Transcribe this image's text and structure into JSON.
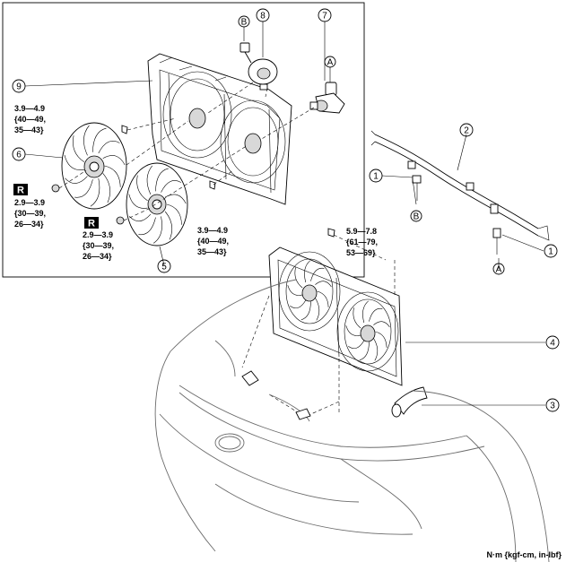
{
  "callouts": {
    "c1a": "1",
    "c1b": "1",
    "c2": "2",
    "c3": "3",
    "c4": "4",
    "c5": "5",
    "c6": "6",
    "c7": "7",
    "c8": "8",
    "c9": "9"
  },
  "refs": {
    "a_top": "A",
    "a_bottom": "A",
    "b_top": "B",
    "b_bottom": "B"
  },
  "torque": {
    "upper_left": [
      "3.9—4.9",
      "{40—49,",
      "35—43}"
    ],
    "fan6_nut": [
      "2.9—3.9",
      "{30—39,",
      "26—34}"
    ],
    "fan5_nut": [
      "2.9—3.9",
      "{30—39,",
      "26—34}"
    ],
    "bottom_bolt": [
      "3.9—4.9",
      "{40—49,",
      "35—43}"
    ],
    "assembly_bolt": [
      "5.9—7.8",
      "{61—79,",
      "53—69}"
    ]
  },
  "replace_marks": {
    "r1": "R",
    "r2": "R"
  },
  "units_label": "N·m {kgf-cm, in-lbf}"
}
